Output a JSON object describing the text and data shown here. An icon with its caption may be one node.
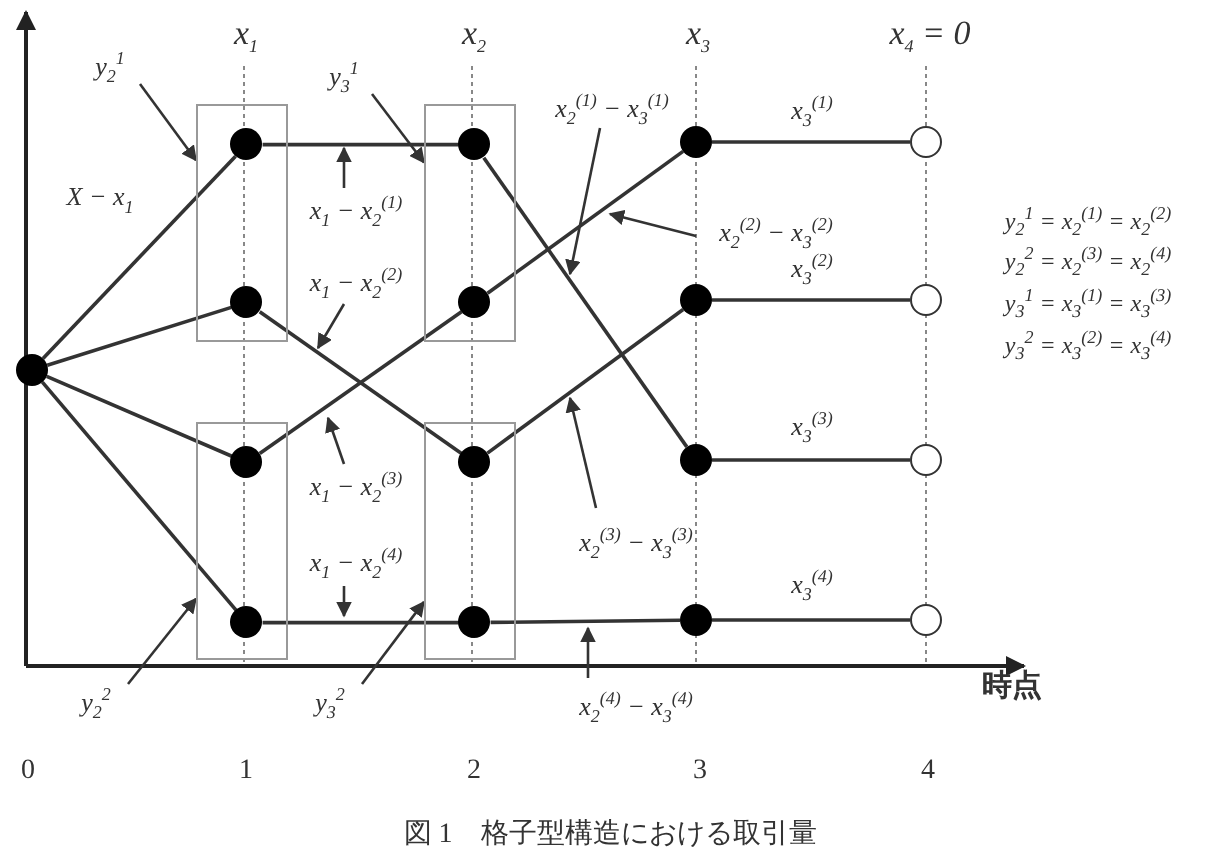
{
  "diagram": {
    "caption": "図 1　格子型構造における取引量",
    "nodes": [
      {
        "text": [],
        "shape": "circle"
      },
      {
        "text": [],
        "shape": "box"
      },
      {
        "text": [],
        "shape": "circle",
        "in": 1
      },
      {
        "text": [],
        "shape": "circle",
        "in": 1
      },
      {
        "text": [],
        "shape": "box"
      },
      {
        "text": [],
        "shape": "circle",
        "in": 4
      },
      {
        "text": [],
        "shape": "circle",
        "in": 4
      },
      {
        "text": [],
        "shape": "box"
      },
      {
        "text": [],
        "shape": "circle",
        "in": 7
      },
      {
        "text": [],
        "shape": "circle",
        "in": 7
      },
      {
        "text": [],
        "shape": "box"
      },
      {
        "text": [],
        "shape": "circle",
        "in": 10
      },
      {
        "text": [],
        "shape": "circle",
        "in": 10
      },
      {
        "text": [],
        "shape": "circle"
      },
      {
        "text": [],
        "shape": "circle"
      },
      {
        "text": [],
        "shape": "circle"
      },
      {
        "text": [],
        "shape": "circle"
      },
      {
        "text": [],
        "shape": "circle"
      },
      {
        "text": [],
        "shape": "circle"
      },
      {
        "text": [],
        "shape": "circle"
      },
      {
        "text": [],
        "shape": "circle"
      },
      {
        "text": [
          "y$_{2}$$^{1}$"
        ]
      },
      {
        "text": [
          "y$_{3}$$^{1}$"
        ]
      },
      {
        "text": [
          "y$_{2}$$^{2}$"
        ]
      },
      {
        "text": [
          "y$_{3}$$^{2}$"
        ]
      },
      {
        "text": [
          "x$_{1}$ − x$_{2}$$^{(1)}$"
        ]
      },
      {
        "text": [
          "x$_{1}$ − x$_{2}$$^{(2)}$"
        ]
      },
      {
        "text": [
          "x$_{2}$$^{(1)}$ − x$_{3}$$^{(1)}$"
        ]
      },
      {
        "text": [
          "x$_{2}$$^{(2)}$ − x$_{3}$$^{(2)}$"
        ]
      },
      {
        "text": [
          "x$_{1}$ − x$_{2}$$^{(3)}$"
        ]
      },
      {
        "text": [
          "x$_{1}$ − x$_{2}$$^{(4)}$"
        ]
      },
      {
        "text": [
          "x$_{2}$$^{(3)}$ − x$_{3}$$^{(3)}$"
        ]
      },
      {
        "text": [
          "x$_{2}$$^{(4)}$ − x$_{3}$$^{(4)}$"
        ]
      }
    ],
    "edges": [
      {
        "from": 0,
        "to": 2,
        "arrow": "none",
        "label": "X − x$_{1}$"
      },
      {
        "from": 0,
        "to": 3,
        "arrow": "none"
      },
      {
        "from": 0,
        "to": 5,
        "arrow": "none"
      },
      {
        "from": 0,
        "to": 6,
        "arrow": "none"
      },
      {
        "from": 2,
        "to": 8,
        "arrow": "none"
      },
      {
        "from": 3,
        "to": 11,
        "arrow": "none"
      },
      {
        "from": 5,
        "to": 9,
        "arrow": "none"
      },
      {
        "from": 6,
        "to": 12,
        "arrow": "none"
      },
      {
        "from": 8,
        "to": 15,
        "arrow": "none"
      },
      {
        "from": 9,
        "to": 13,
        "arrow": "none"
      },
      {
        "from": 11,
        "to": 14,
        "arrow": "none"
      },
      {
        "from": 12,
        "to": 16,
        "arrow": "none"
      },
      {
        "from": 13,
        "to": 17,
        "arrow": "none",
        "label": "x$_{3}$$^{(1)}$"
      },
      {
        "from": 14,
        "to": 18,
        "arrow": "none",
        "label": "x$_{3}$$^{(2)}$"
      },
      {
        "from": 15,
        "to": 19,
        "arrow": "none",
        "label": "x$_{3}$$^{(3)}$"
      },
      {
        "from": 16,
        "to": 20,
        "arrow": "none",
        "label": "x$_{3}$$^{(4)}$"
      },
      {
        "from": 21,
        "to": 1,
        "arrow": "to"
      },
      {
        "from": 22,
        "to": 7,
        "arrow": "to"
      },
      {
        "from": 23,
        "to": 4,
        "arrow": "to"
      },
      {
        "from": 24,
        "to": 10,
        "arrow": "to"
      },
      {
        "from": 25,
        "to": null,
        "arrow": "to"
      },
      {
        "from": 26,
        "to": null,
        "arrow": "to"
      },
      {
        "from": 27,
        "to": null,
        "arrow": "to"
      },
      {
        "from": 28,
        "to": null,
        "arrow": "to"
      },
      {
        "from": 29,
        "to": null,
        "arrow": "to"
      },
      {
        "from": 30,
        "to": null,
        "arrow": "to"
      },
      {
        "from": 31,
        "to": null,
        "arrow": "to"
      },
      {
        "from": 32,
        "to": null,
        "arrow": "to"
      }
    ],
    "labels": [
      "x$_{1}$",
      "x$_{2}$",
      "x$_{3}$",
      "x$_{4}$ = 0",
      "y$_{2}$$^{1}$ = x$_{2}$$^{(1)}$ = x$_{2}$$^{(2)}$",
      "y$_{2}$$^{2}$ = x$_{2}$$^{(3)}$ = x$_{2}$$^{(4)}$",
      "y$_{3}$$^{1}$ = x$_{3}$$^{(1)}$ = x$_{3}$$^{(3)}$",
      "y$_{3}$$^{2}$ = x$_{3}$$^{(2)}$ = x$_{3}$$^{(4)}$",
      "時点",
      "0",
      "1",
      "2",
      "3",
      "4"
    ]
  }
}
